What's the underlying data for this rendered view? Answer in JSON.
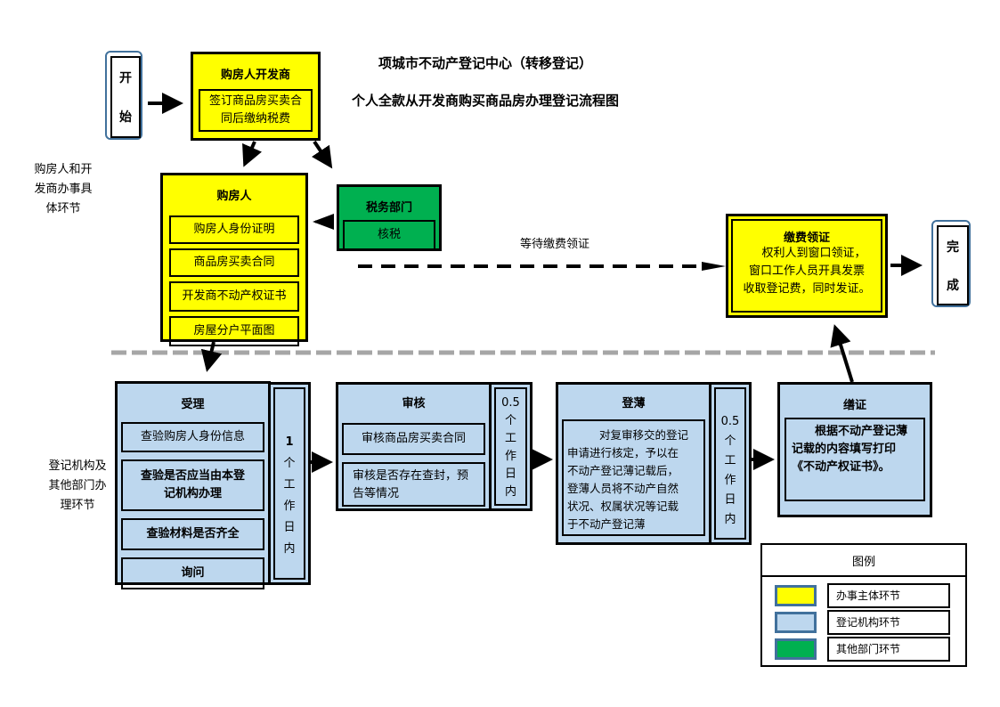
{
  "title": {
    "line1": "项城市不动产登记中心（转移登记）",
    "line2": "个人全款从开发商购买商品房办理登记流程图"
  },
  "start": {
    "chars": [
      "开",
      "始"
    ]
  },
  "finish": {
    "chars": [
      "完",
      "成"
    ]
  },
  "side_labels": {
    "top": [
      "购房人和开",
      "发商办事具",
      "体环节"
    ],
    "bottom": [
      "登记机构及",
      "其他部门办",
      "理环节"
    ]
  },
  "buyer_developer": {
    "heading": "购房人开发商",
    "content": [
      "签订商品房买卖合",
      "同后缴纳税费"
    ]
  },
  "buyer": {
    "heading": "购房人",
    "items": [
      "购房人身份证明",
      "商品房买卖合同",
      "开发商不动产权证书",
      "房屋分户平面图"
    ]
  },
  "tax_dept": {
    "heading": "税务部门",
    "content": "核税"
  },
  "wait_label": "等待缴费领证",
  "pay_collect": {
    "heading": "缴费领证",
    "content": [
      "权利人到窗口领证，",
      "窗口工作人员开具发票",
      "收取登记费，同时发证。"
    ]
  },
  "accept": {
    "heading": "受理",
    "items": [
      {
        "text": [
          "查验购房人身份信息"
        ],
        "bold": false
      },
      {
        "text": [
          "查验是否应当由本登",
          "记机构办理"
        ],
        "bold": true
      },
      {
        "text": [
          "查验材料是否齐全"
        ],
        "bold": true
      },
      {
        "text": [
          "询问"
        ],
        "bold": true
      }
    ],
    "duration": {
      "number": "1",
      "chars": [
        "个",
        "工",
        "作",
        "日",
        "内"
      ]
    }
  },
  "review": {
    "heading": "审核",
    "items": [
      {
        "text": [
          "审核商品房买卖合同"
        ]
      },
      {
        "text": [
          "审核是否存在查封，预",
          "告等情况"
        ]
      }
    ],
    "duration": {
      "number": "0.5",
      "chars": [
        "个",
        "工",
        "作",
        "日",
        "内"
      ]
    }
  },
  "register": {
    "heading": "登薄",
    "content": [
      "对复审移交的登记",
      "申请进行核定，予以在",
      "不动产登记薄记载后，",
      "登薄人员将不动产自然",
      "状况、权属状况等记载",
      "于不动产登记薄"
    ],
    "duration": {
      "number": "0.5",
      "chars": [
        "个",
        "工",
        "作",
        "日",
        "内"
      ]
    }
  },
  "certificate": {
    "heading": "缮证",
    "content": [
      "根据不动产登记薄",
      "记载的内容填写打印",
      "《不动产权证书》。"
    ]
  },
  "legend": {
    "title": "图例",
    "items": [
      {
        "label": "办事主体环节",
        "color": "#ffff00"
      },
      {
        "label": "登记机构环节",
        "color": "#bdd7ee"
      },
      {
        "label": "其他部门环节",
        "color": "#00b050"
      }
    ]
  },
  "colors": {
    "subject": "#ffff00",
    "registry": "#bdd7ee",
    "other": "#00b050",
    "terminal_border": "#41719c",
    "divider": "#a6a6a6"
  }
}
